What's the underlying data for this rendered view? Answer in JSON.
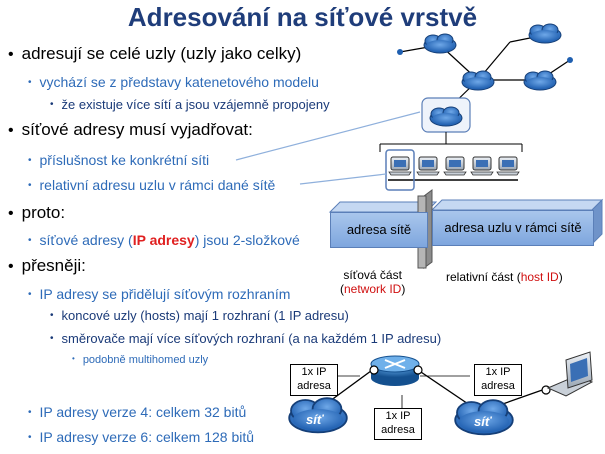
{
  "title": "Adresování na síťové vrstvě",
  "bullets": {
    "b1": "adresují se celé uzly (uzly jako celky)",
    "b1a": "vychází se z představy katenetového modelu",
    "b1a1": "že existuje více sítí a jsou vzájemně propojeny",
    "b2": "síťové adresy musí vyjadřovat:",
    "b2a": "příslušnost ke konkrétní síti",
    "b2b": "relativní adresu uzlu v rámci dané sítě",
    "b3": "proto:",
    "b3a_pre": "síťové adresy (",
    "b3a_red": "IP adresy",
    "b3a_post": ") jsou 2-složkové",
    "b4": "přesněji:",
    "b4a": "IP adresy se přidělují síťovým rozhraním",
    "b4a1": "koncové uzly (hosts) mají 1 rozhraní (1 IP adresu)",
    "b4a2": "směrovače mají více síťových rozhraní (a na každém 1 IP adresu)",
    "b4a2x": "podobně multihomed uzly",
    "b5": "IP adresy verze 4: celkem 32 bitů",
    "b6": "IP adresy verze 6: celkem 128 bitů"
  },
  "address": {
    "net_box": "adresa sítě",
    "host_box": "adresa uzlu v rámci sítě",
    "net_part": "síťová část",
    "net_id": "network ID",
    "rel_part": "relativní  část (",
    "host_id": "host ID",
    "rel_close": ")"
  },
  "bottom": {
    "ip_line1": "1x IP",
    "ip_line2": "adresa",
    "cloud_label": "síť"
  },
  "colors": {
    "title": "#1f3d7a",
    "level2": "#2e6bb8",
    "accent": "#e02020"
  }
}
